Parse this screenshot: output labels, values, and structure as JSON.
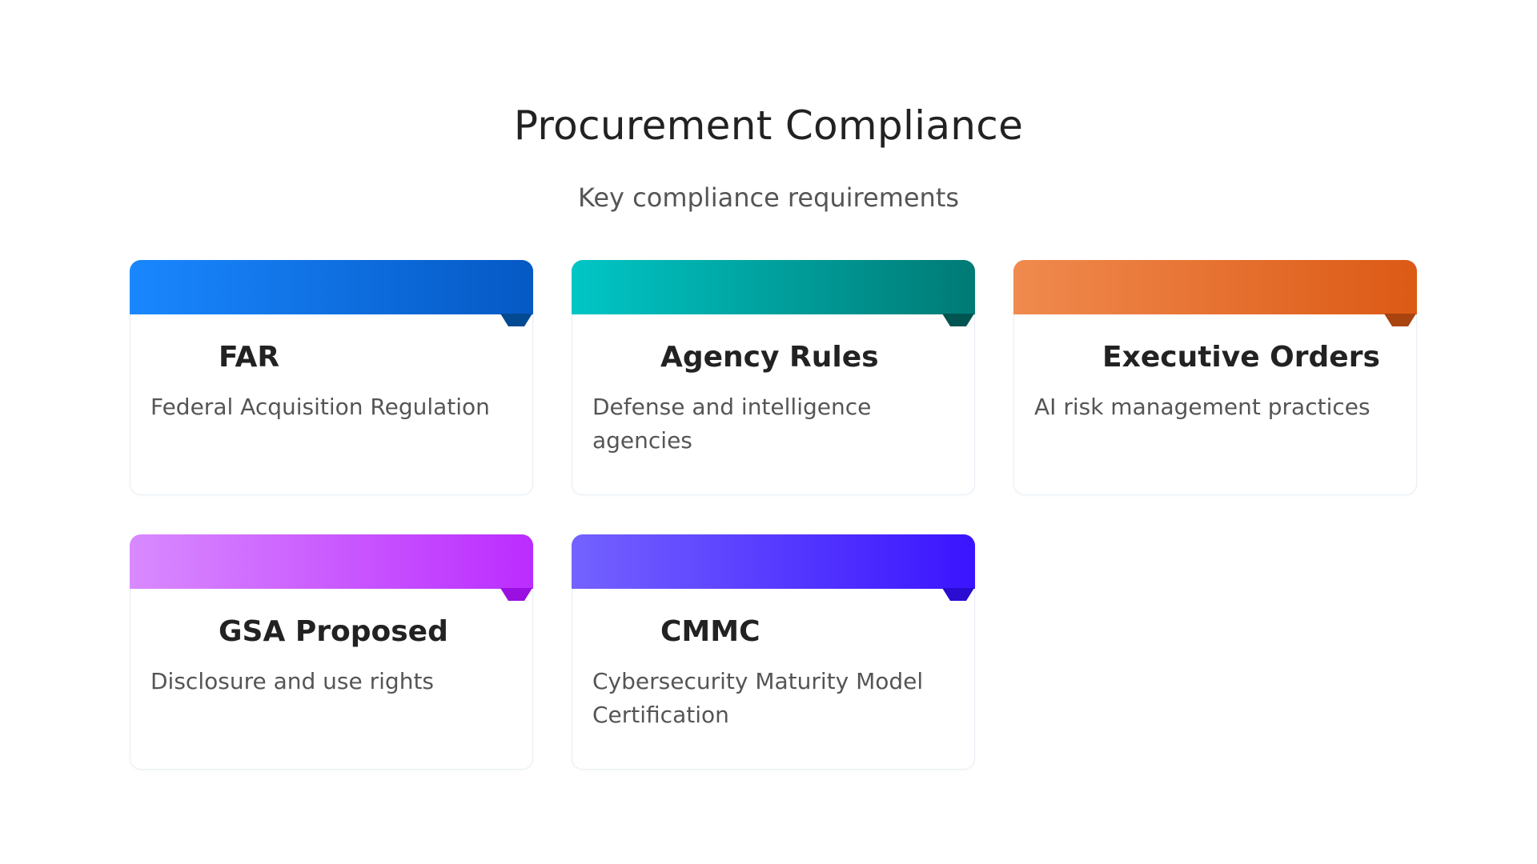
{
  "header": {
    "title": "Procurement Compliance",
    "subtitle": "Key compliance requirements"
  },
  "cards": [
    {
      "title": "FAR",
      "description": "Federal Acquisition Regulation",
      "gradient_start": "#1a87ff",
      "gradient_end": "#0559c4",
      "fold_color": "#034a92"
    },
    {
      "title": "Agency Rules",
      "description": "Defense and intelligence agencies",
      "gradient_start": "#00c6c6",
      "gradient_end": "#007a75",
      "fold_color": "#005550"
    },
    {
      "title": "Executive Orders",
      "description": "AI risk management practices",
      "gradient_start": "#f08a4e",
      "gradient_end": "#dc5a15",
      "fold_color": "#a9430f"
    },
    {
      "title": "GSA Proposed",
      "description": "Disclosure and use rights",
      "gradient_start": "#d98aff",
      "gradient_end": "#bb2cff",
      "fold_color": "#9a10e0"
    },
    {
      "title": "CMMC",
      "description": "Cybersecurity Maturity Model Certification",
      "gradient_start": "#7462ff",
      "gradient_end": "#3a14ff",
      "fold_color": "#2a0dd0"
    }
  ]
}
